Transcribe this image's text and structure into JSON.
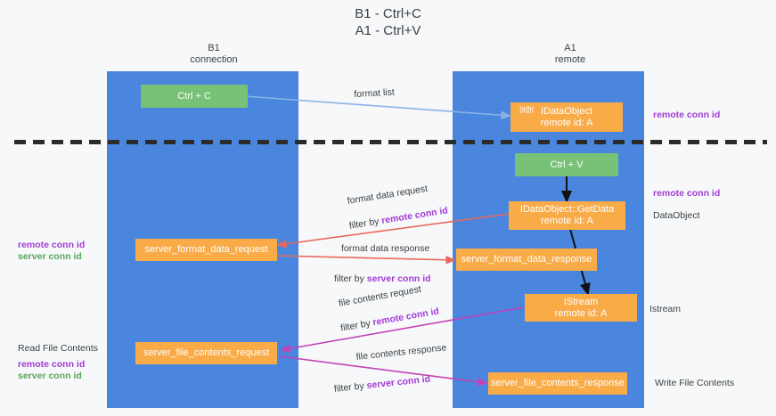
{
  "diagram": {
    "title": "B1 - Ctrl+C\nA1 - Ctrl+V",
    "background": "#f7f8f9",
    "colors": {
      "lane": "#4a86dd",
      "green_node": "#77c277",
      "orange_node": "#f9ab48",
      "remote_conn_id": "#a23bd6",
      "server_conn_id": "#58a55c",
      "arrow_format_list": "#8ab4e8",
      "arrow_format_data": "#e8695c",
      "arrow_file_contents": "#c341b8",
      "arrow_black": "#111111",
      "separator": "#2b2b2b"
    },
    "columns": [
      {
        "name": "left-column",
        "title": "B1\nconnection"
      },
      {
        "name": "right-column",
        "title": "A1\nremote"
      }
    ],
    "nodes": {
      "ctrl_c": "Ctrl + C",
      "ctrl_v": "Ctrl + V",
      "idataobject": "IDataObject\nremote id: A",
      "idataobject_ghost": "IЖfтI",
      "idataobject_getdata": "IDataObject::GetData\nremote id: A",
      "istream": "IStream\nremote id: A",
      "server_format_data_request": "server_format_data_request",
      "server_format_data_response": "server_format_data_response",
      "server_file_contents_request": "server_file_contents_request",
      "server_file_contents_response": "server_file_contents_response"
    },
    "edge_labels": {
      "format_list": "format list",
      "format_data_request": "format data request",
      "format_data_request_filter_prefix": "filter by ",
      "format_data_request_filter_key": "remote conn id",
      "format_data_response": "format data response",
      "format_data_response_filter_prefix": "filter by ",
      "format_data_response_filter_key": "server conn id",
      "file_contents_request": "file contents request",
      "file_contents_request_filter_prefix": "filter by ",
      "file_contents_request_filter_key": "remote conn id",
      "file_contents_response": "file contents response",
      "file_contents_response_filter_prefix": "filter by ",
      "file_contents_response_filter_key": "server conn id"
    },
    "right_annotations": {
      "remote_conn_id_top": "remote conn id",
      "remote_conn_id_mid": "remote conn id",
      "dataobject": "DataObject",
      "istream": "Istream",
      "write_file_contents": "Write File Contents"
    },
    "left_annotations": {
      "remote_conn_id": "remote conn id",
      "server_conn_id": "server conn id",
      "read_file_contents": "Read File Contents",
      "read_remote_conn_id": "remote conn id",
      "read_server_conn_id": "server conn id"
    }
  }
}
